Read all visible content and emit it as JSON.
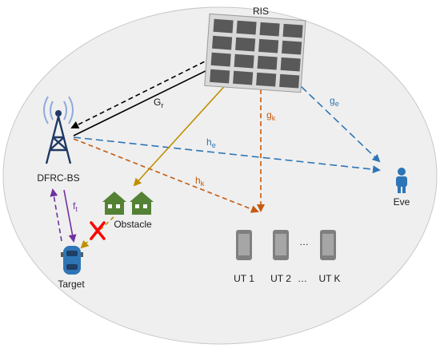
{
  "nodes": {
    "ris": "RIS",
    "bs": "DFRC-BS",
    "eve": "Eve",
    "obstacle": "Obstacle",
    "target": "Target",
    "ut1": "UT 1",
    "ut2": "UT 2",
    "ut_dots": "…",
    "ut_dots_top": "…",
    "utk": "UT K"
  },
  "channels": {
    "gr": {
      "base": "G",
      "sub": "r"
    },
    "gk": {
      "base": "g",
      "sub": "k"
    },
    "ge": {
      "base": "g",
      "sub": "e"
    },
    "he": {
      "base": "h",
      "sub": "e"
    },
    "hk": {
      "base": "h",
      "sub": "k"
    },
    "ft": {
      "base": "f",
      "sub": "t"
    }
  },
  "colors": {
    "background_ellipse": "#efefef",
    "black_link": "#000000",
    "blue_link": "#2e75b6",
    "orange_link": "#c55a11",
    "gold_link": "#bf8f00",
    "purple_link": "#7030a0",
    "house": "#548235",
    "blocked_mark": "#ff0000",
    "phone": "#7f7f7f",
    "eve_icon": "#2e75b6",
    "tower": "#203864",
    "car": "#2e75b6"
  },
  "icons": {
    "ris": "ris-panel-icon",
    "bs": "cell-tower-icon",
    "eve": "person-icon",
    "obstacle": "house-icon",
    "blocked": "cross-icon",
    "target": "car-icon",
    "ut": "smartphone-icon"
  }
}
